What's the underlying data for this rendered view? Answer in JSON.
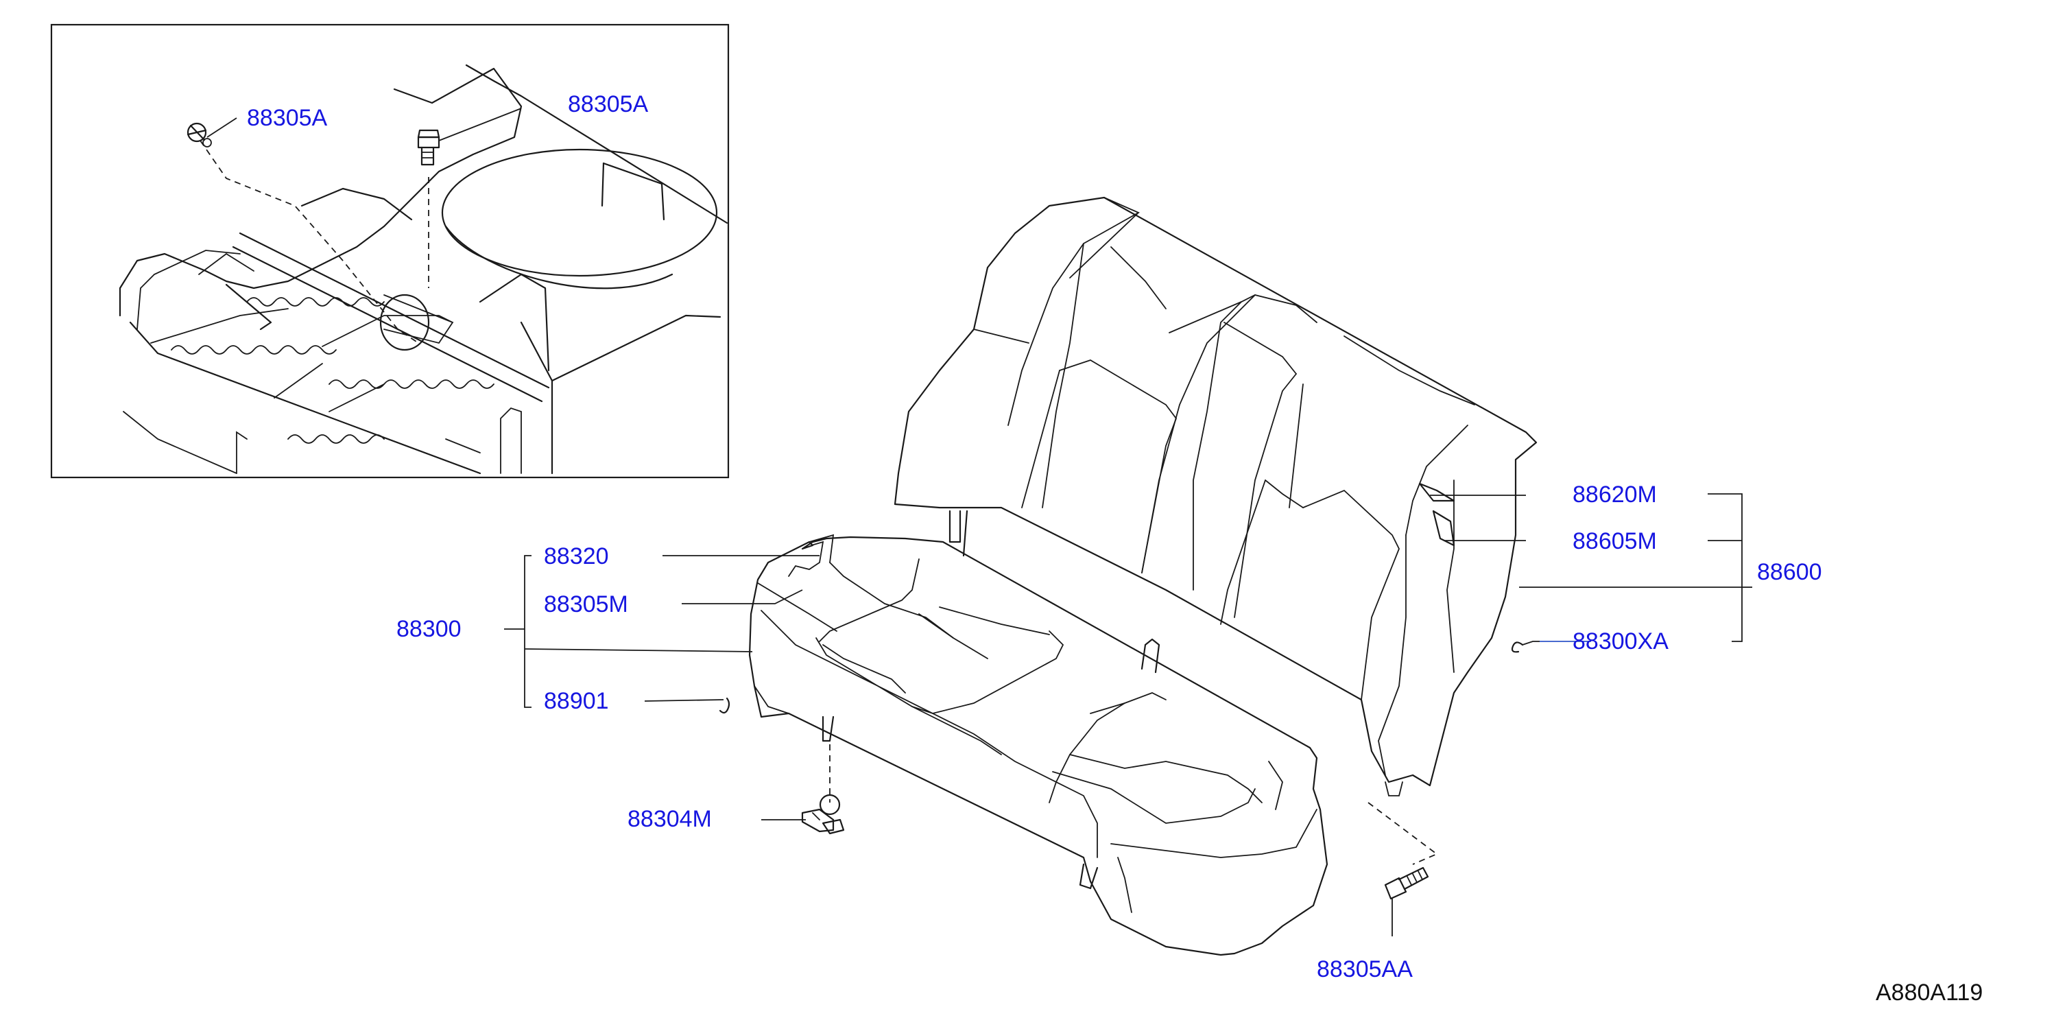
{
  "labels": {
    "inset_clip_left": "88305A",
    "inset_clip_right": "88305A",
    "p88320": "88320",
    "p88305M": "88305M",
    "p88300": "88300",
    "p88901": "88901",
    "p88304M": "88304M",
    "p88620M": "88620M",
    "p88605M": "88605M",
    "p88600": "88600",
    "p88300XA": "88300XA",
    "p88305AA": "88305AA"
  },
  "diagram_ref": "A880A119",
  "colors": {
    "label": "#1616e0",
    "line": "#1a1a1a"
  },
  "icons": [
    "push-clip-icon",
    "bolt-icon",
    "seat-cushion",
    "seat-back",
    "trunk-floor-inset"
  ]
}
